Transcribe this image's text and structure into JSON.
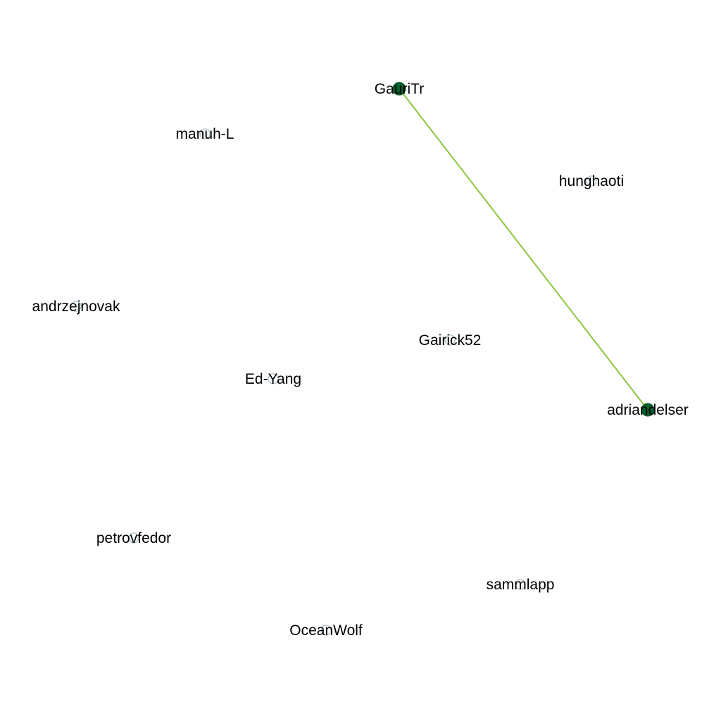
{
  "graph": {
    "nodes": [
      {
        "id": "GauriTr",
        "label": "GauriTr",
        "connected": true
      },
      {
        "id": "manuh-L",
        "label": "manuh-L",
        "connected": false
      },
      {
        "id": "hunghaoti",
        "label": "hunghaoti",
        "connected": false
      },
      {
        "id": "andrzejnovak",
        "label": "andrzejnovak",
        "connected": false
      },
      {
        "id": "Gairick52",
        "label": "Gairick52",
        "connected": false
      },
      {
        "id": "Ed-Yang",
        "label": "Ed-Yang",
        "connected": false
      },
      {
        "id": "adriandelser",
        "label": "adriandelser",
        "connected": true
      },
      {
        "id": "petrovfedor",
        "label": "petrovfedor",
        "connected": false
      },
      {
        "id": "sammlapp",
        "label": "sammlapp",
        "connected": false
      },
      {
        "id": "OceanWolf",
        "label": "OceanWolf",
        "connected": false
      }
    ],
    "edges": [
      {
        "source": "GauriTr",
        "target": "adriandelser"
      }
    ],
    "colors": {
      "connected_node_fill": "#00602b",
      "connected_node_stroke": "#004d22",
      "isolated_node_stroke": "#b7c9d1",
      "edge": "#8dc63f",
      "label": "#000000",
      "background": "#ffffff"
    }
  }
}
